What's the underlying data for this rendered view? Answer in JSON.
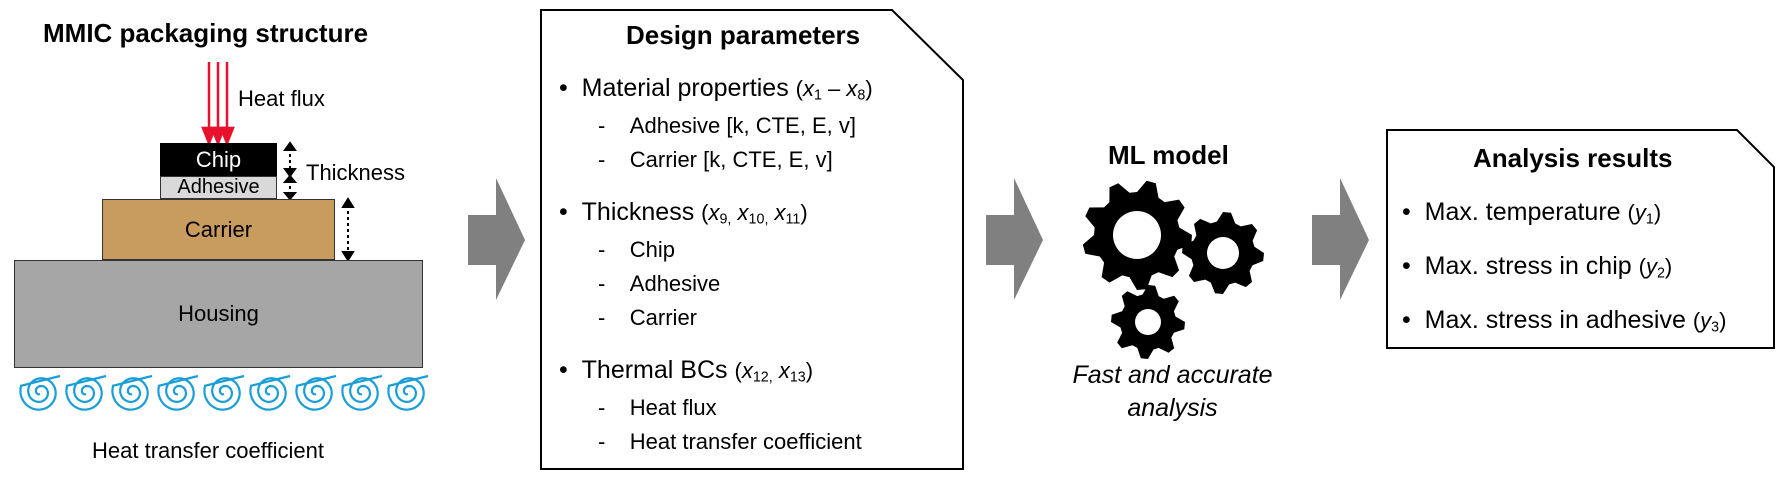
{
  "packaging": {
    "title": "MMIC packaging structure",
    "heat_flux": "Heat flux",
    "thickness": "Thickness",
    "chip": "Chip",
    "adhesive": "Adhesive",
    "carrier": "Carrier",
    "housing": "Housing",
    "htc": "Heat transfer coefficient"
  },
  "design": {
    "title": "Design parameters",
    "material": {
      "label": "Material properties",
      "vars": "(x1 – x8)"
    },
    "material_items": [
      "Adhesive [k, CTE, E, v]",
      "Carrier [k, CTE, E, v]"
    ],
    "thickness": {
      "label": "Thickness",
      "vars": "(x9, x10, x11)"
    },
    "thickness_items": [
      "Chip",
      "Adhesive",
      "Carrier"
    ],
    "thermal": {
      "label": "Thermal BCs",
      "vars": "(x12, x13)"
    },
    "thermal_items": [
      "Heat flux",
      "Heat transfer coefficient"
    ]
  },
  "ml": {
    "title": "ML model",
    "caption_line1": "Fast and accurate",
    "caption_line2": "analysis"
  },
  "results": {
    "title": "Analysis results",
    "items": [
      {
        "label": "Max. temperature",
        "var": "(y1)"
      },
      {
        "label": "Max. stress in chip",
        "var": "(y2)"
      },
      {
        "label": "Max. stress in adhesive",
        "var": "(y3)"
      }
    ]
  },
  "colors": {
    "heat_flux": "#e8102a",
    "chip": "#000000",
    "adhesive": "#d9d9d9",
    "carrier": "#c89b5e",
    "housing": "#a6a6a6",
    "convection": "#1a9ed8",
    "arrow": "#808080"
  }
}
